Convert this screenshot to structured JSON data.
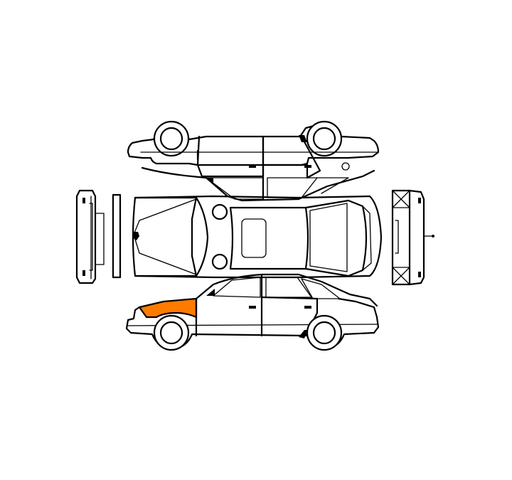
{
  "diagram": {
    "highlight_color": "#ff7b00",
    "selected_part": "front-left-fender",
    "parts": [
      {
        "id": "front-left-fender",
        "selected": true
      },
      {
        "id": "front-right-fender",
        "selected": false
      },
      {
        "id": "hood",
        "selected": false
      },
      {
        "id": "roof",
        "selected": false
      },
      {
        "id": "trunk-lid",
        "selected": false
      },
      {
        "id": "front-left-door",
        "selected": false
      },
      {
        "id": "rear-left-door",
        "selected": false
      },
      {
        "id": "front-right-door",
        "selected": false
      },
      {
        "id": "rear-right-door",
        "selected": false
      },
      {
        "id": "front-bumper",
        "selected": false
      },
      {
        "id": "rear-bumper",
        "selected": false
      }
    ]
  }
}
